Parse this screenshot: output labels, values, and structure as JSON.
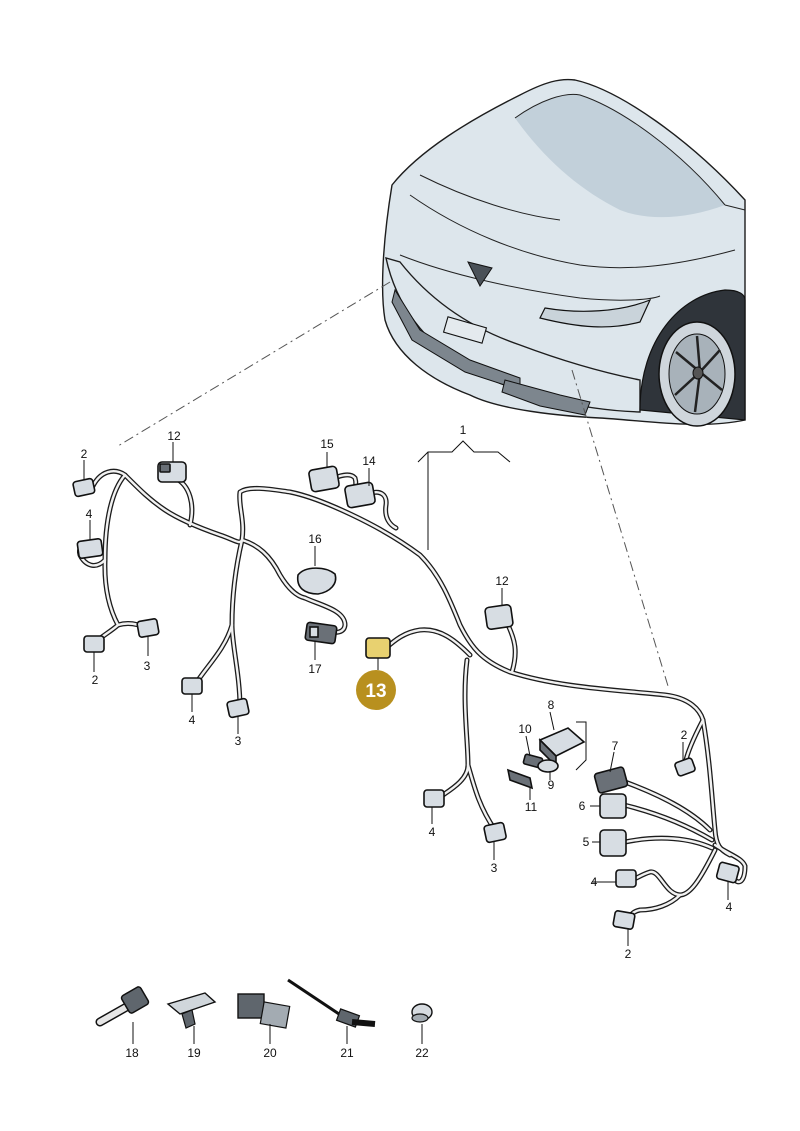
{
  "diagram": {
    "highlight": {
      "label": "13",
      "color": "#b8901f"
    },
    "callouts": {
      "c1": "1",
      "c2a": "2",
      "c2b": "2",
      "c2c": "2",
      "c2d": "2",
      "c3a": "3",
      "c3b": "3",
      "c3c": "3",
      "c4a": "4",
      "c4b": "4",
      "c4c": "4",
      "c4d": "4",
      "c4e": "4",
      "c5": "5",
      "c6": "6",
      "c7": "7",
      "c8": "8",
      "c9": "9",
      "c10": "10",
      "c11": "11",
      "c12a": "12",
      "c12b": "12",
      "c14": "14",
      "c15": "15",
      "c16": "16",
      "c17": "17",
      "c18": "18",
      "c19": "19",
      "c20": "20",
      "c21": "21",
      "c22": "22"
    }
  }
}
